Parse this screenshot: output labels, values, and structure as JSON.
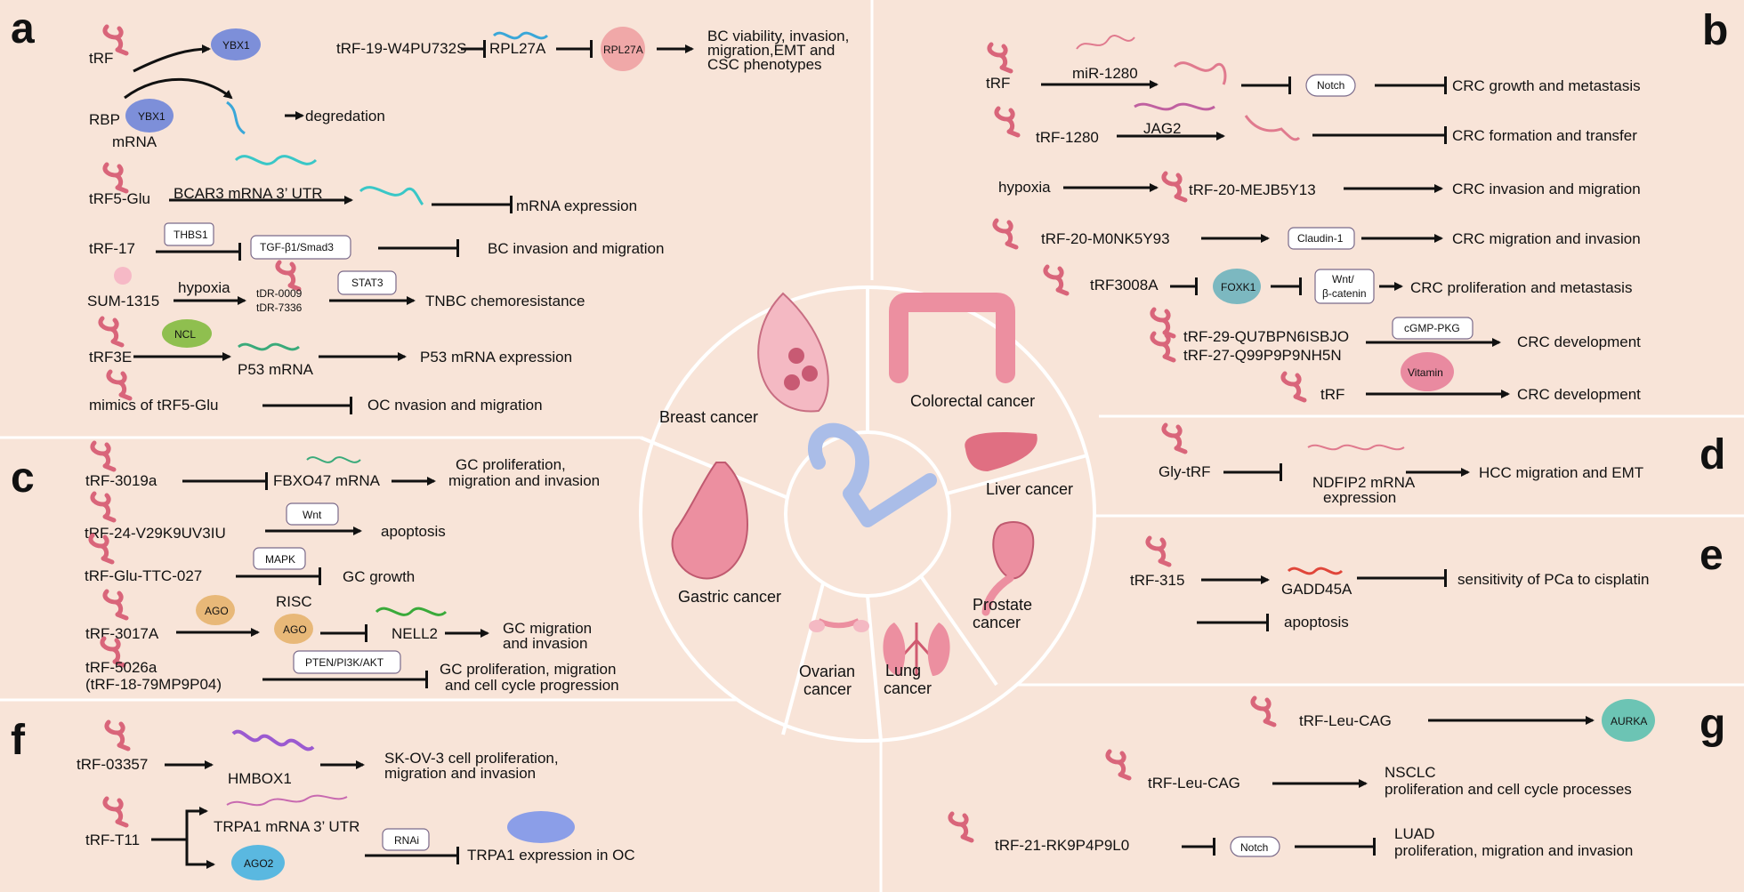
{
  "panels": {
    "a": {
      "label": "a",
      "items": {
        "trf": "tRF",
        "ybx1_top": "YBX1",
        "rbp": "RBP",
        "ybx1_bottom": "YBX1",
        "mrna": "mRNA",
        "degradation": "degredation",
        "trf19": "tRF-19-W4PU732S",
        "rpl27a": "RPL27A",
        "rpl27a_protein": "RPL27A",
        "bc_outcome_1": "BC viability, invasion,",
        "bc_outcome_2": "migration,EMT and",
        "bc_outcome_3": "CSC phenotypes",
        "trf5glu": "tRF5-Glu",
        "bcar3": "BCAR3 mRNA 3’ UTR",
        "mrna_expression": "mRNA expression",
        "trf17": "tRF-17",
        "thbs1": "THBS1",
        "tgfb": "TGF-β1/Smad3",
        "bc_invasion": "BC invasion and migration",
        "sum1315": "SUM-1315",
        "hypoxia": "hypoxia",
        "tdr0009": "tDR-0009",
        "tdr7336": "tDR-7336",
        "stat3": "STAT3",
        "tnbc": "TNBC chemoresistance",
        "trf3e": "tRF3E",
        "ncl": "NCL",
        "p53mrna": "P53 mRNA",
        "p53expr": "P53 mRNA expression",
        "mimics": "mimics of tRF5-Glu",
        "oc_invasion": "OC nvasion and migration"
      }
    },
    "b": {
      "label": "b",
      "items": {
        "trf": "tRF",
        "mir1280": "miR-1280",
        "notch": "Notch",
        "crc_growth": "CRC growth and metastasis",
        "trf1280": "tRF-1280",
        "jag2": "JAG2",
        "crc_formation": "CRC formation and transfer",
        "hypoxia": "hypoxia",
        "trf20mej": "tRF-20-MEJB5Y13",
        "crc_invasion": "CRC invasion and migration",
        "trf20m0n": "tRF-20-M0NK5Y93",
        "claudin": "Claudin-1",
        "crc_migration": "CRC migration and invasion",
        "trf3008a": "tRF3008A",
        "foxk1": "FOXK1",
        "wnt1": "Wnt/",
        "wnt2": "β-catenin",
        "crc_prolif": "CRC proliferation and metastasis",
        "trf29": "tRF-29-QU7BPN6ISBJO",
        "trf27": "tRF-27-Q99P9P9NH5N",
        "cgmp": "cGMP-PKG",
        "crc_dev1": "CRC  development",
        "vitamin": "Vitamin",
        "trf_last": "tRF",
        "crc_dev2": "CRC development"
      }
    },
    "c": {
      "label": "c",
      "items": {
        "trf3019a": "tRF-3019a",
        "fbxo47": "FBXO47 mRNA",
        "gc_prolif_1": "GC proliferation,",
        "gc_prolif_2": "migration and invasion",
        "trf24": "tRF-24-V29K9UV3IU",
        "wnt": "Wnt",
        "apoptosis": "apoptosis",
        "trfglu": "tRF-Glu-TTC-027",
        "mapk": "MAPK",
        "gc_growth": "GC growth",
        "trf3017a": "tRF-3017A",
        "ago": "AGO",
        "risc": "RISC",
        "ago2": "AGO",
        "nell2": "NELL2",
        "gc_mig_1": "GC migration",
        "gc_mig_2": "and invasion",
        "trf5026a": "tRF-5026a",
        "trf18": "(tRF-18-79MP9P04)",
        "pten": "PTEN/PI3K/AKT",
        "gc_cycle_1": "GC proliferation, migration",
        "gc_cycle_2": "and cell cycle progression"
      }
    },
    "d": {
      "label": "d",
      "items": {
        "glytrf": "Gly-tRF",
        "ndfip2_1": "NDFIP2 mRNA",
        "ndfip2_2": "expression",
        "hcc": "HCC migration and EMT"
      }
    },
    "e": {
      "label": "e",
      "items": {
        "trf315": "tRF-315",
        "gadd45a": "GADD45A",
        "cisplatin": "sensitivity of PCa to cisplatin",
        "apoptosis": "apoptosis"
      }
    },
    "f": {
      "label": "f",
      "items": {
        "trf03357": "tRF-03357",
        "hmbox1": "HMBOX1",
        "skov3_1": "SK-OV-3 cell proliferation,",
        "skov3_2": "migration and invasion",
        "trft11": "tRF-T11",
        "trpa1utr": "TRPA1 mRNA 3’ UTR",
        "ago2": "AGO2",
        "rnai": "RNAi",
        "trpa1expr": "TRPA1 expression in OC"
      }
    },
    "g": {
      "label": "g",
      "items": {
        "trfleu1": "tRF-Leu-CAG",
        "aurka": "AURKA",
        "trfleu2": "tRF-Leu-CAG",
        "nsclc_1": "NSCLC",
        "nsclc_2": "proliferation and cell cycle processes",
        "trf21": "tRF-21-RK9P4P9L0",
        "notch": "Notch",
        "luad_1": "LUAD",
        "luad_2": "proliferation, migration and invasion"
      }
    }
  },
  "center": {
    "breast": "Breast cancer",
    "colorectal": "Colorectal cancer",
    "liver": "Liver cancer",
    "prostate_1": "Prostate",
    "prostate_2": "cancer",
    "lung_1": "Lung",
    "lung_2": "cancer",
    "ovarian_1": "Ovarian",
    "ovarian_2": "cancer",
    "gastric": "Gastric cancer"
  },
  "colors": {
    "background": "#f8e4d8",
    "hook": "#d9657a",
    "protein_blue": "#7d8fd9",
    "protein_pink": "#e98a9b",
    "organ_pink": "#ec8fa0"
  }
}
